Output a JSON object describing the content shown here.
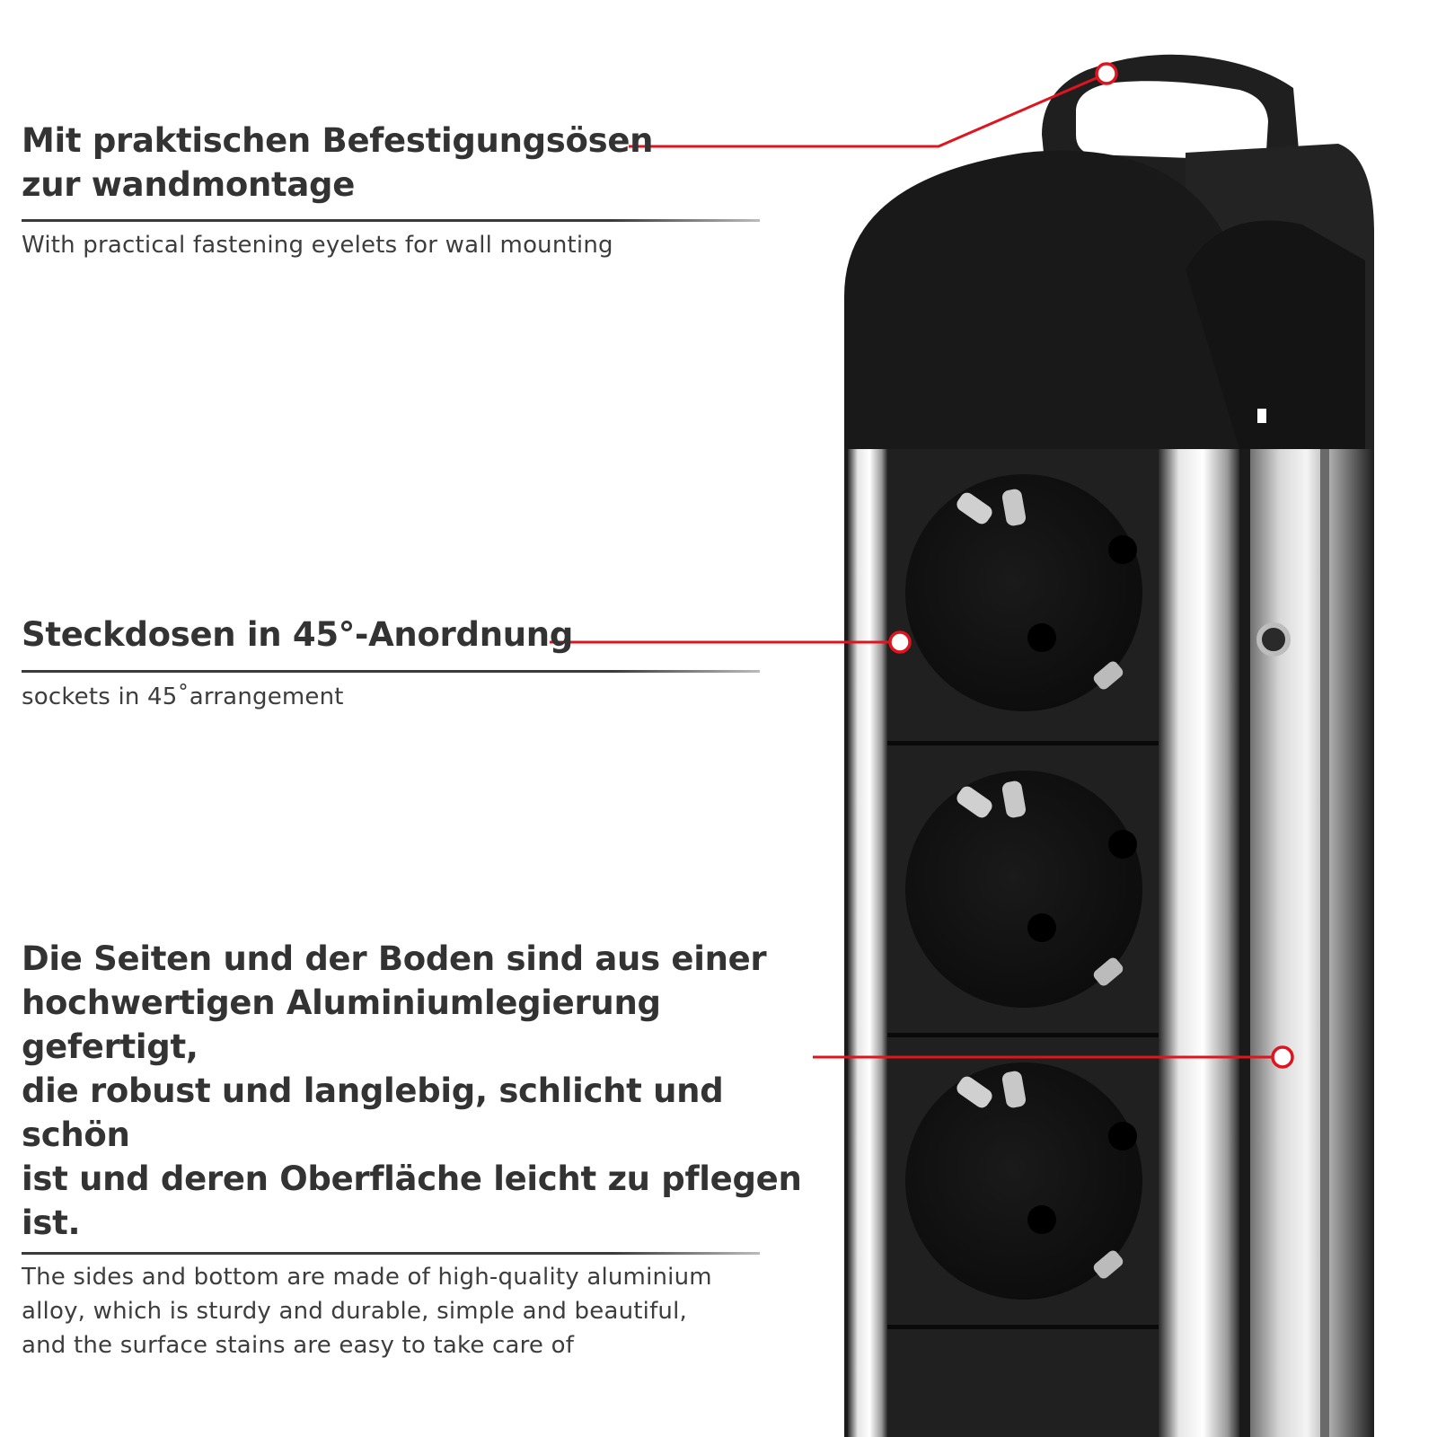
{
  "features": [
    {
      "heading_lines": [
        "Mit praktischen Befestigungsösen",
        "zur wandmontage"
      ],
      "subtitle_lines": [
        "With practical fastening eyelets for wall mounting"
      ]
    },
    {
      "heading_lines": [
        "Steckdosen in 45°-Anordnung"
      ],
      "subtitle_lines": [
        "sockets in 45˚arrangement"
      ]
    },
    {
      "heading_lines": [
        "Die Seiten und der Boden sind aus einer",
        "hochwertigen Aluminiumlegierung gefertigt,",
        "die robust und langlebig, schlicht und schön",
        "ist und deren Oberfläche leicht zu pflegen ist."
      ],
      "subtitle_lines": [
        "The sides and bottom are made of high-quality aluminium",
        "alloy, which is sturdy and durable, simple and beautiful,",
        "and the surface stains are easy to take care of"
      ]
    }
  ],
  "colors": {
    "accent_line": "#e0141e",
    "heading_text": "#333333",
    "body_text": "#3d3d3d",
    "housing": "#1c1c1c",
    "aluminium": "#c9c9c9"
  }
}
